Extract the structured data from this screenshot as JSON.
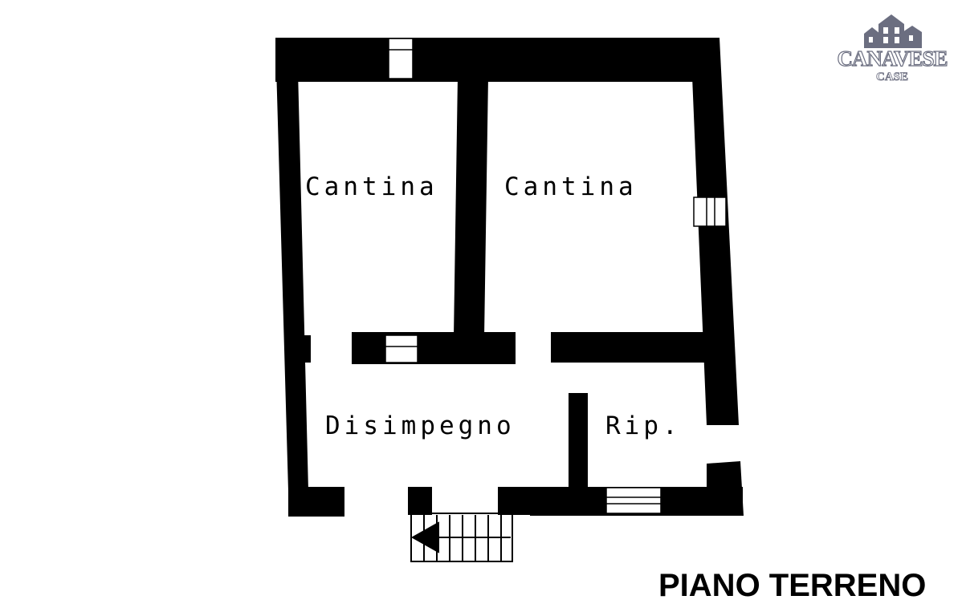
{
  "plan": {
    "rooms": [
      {
        "id": "cantina-left",
        "label": "Cantina"
      },
      {
        "id": "cantina-right",
        "label": "Cantina"
      },
      {
        "id": "disimpegno",
        "label": "Disimpegno"
      },
      {
        "id": "ripostiglio",
        "label": "Rip."
      }
    ],
    "floor_title": "PIANO TERRENO"
  },
  "logo": {
    "brand": "CANAVESE",
    "sub": "CASE",
    "color": "#6b6e80"
  },
  "colors": {
    "wall": "#000000",
    "background": "#ffffff"
  }
}
